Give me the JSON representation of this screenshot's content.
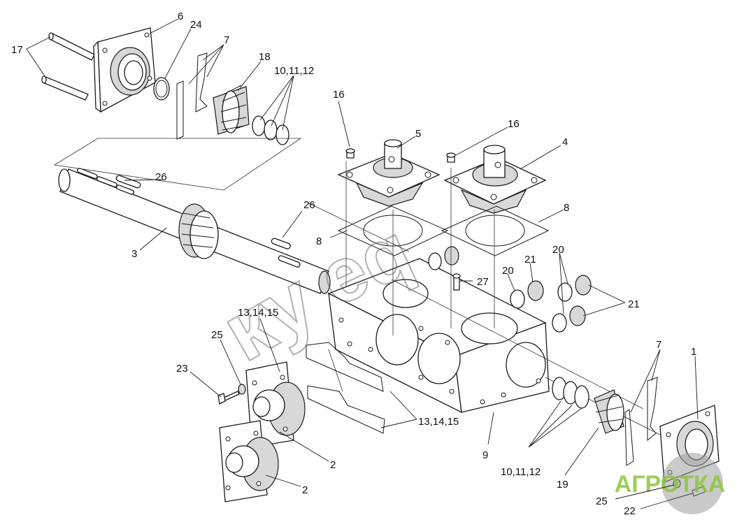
{
  "diagram": {
    "callouts": {
      "c1": "1",
      "c2a": "2",
      "c2b": "2",
      "c3": "3",
      "c4": "4",
      "c5": "5",
      "c6": "6",
      "c7a": "7",
      "c7b": "7",
      "c8a": "8",
      "c8b": "8",
      "c9": "9",
      "c10a": "10,11,12",
      "c10b": "10,11,12",
      "c13a": "13,14,15",
      "c13b": "13,14,15",
      "c16a": "16",
      "c16b": "16",
      "c17": "17",
      "c18": "18",
      "c19": "19",
      "c20a": "20",
      "c20b": "20",
      "c21a": "21",
      "c21b": "21",
      "c22": "22",
      "c23": "23",
      "c24": "24",
      "c25a": "25",
      "c25b": "25",
      "c26a": "26",
      "c26b": "26",
      "c27": "27"
    },
    "logo_text": "АГРОТКА",
    "logo_color": "#8cc63f"
  }
}
